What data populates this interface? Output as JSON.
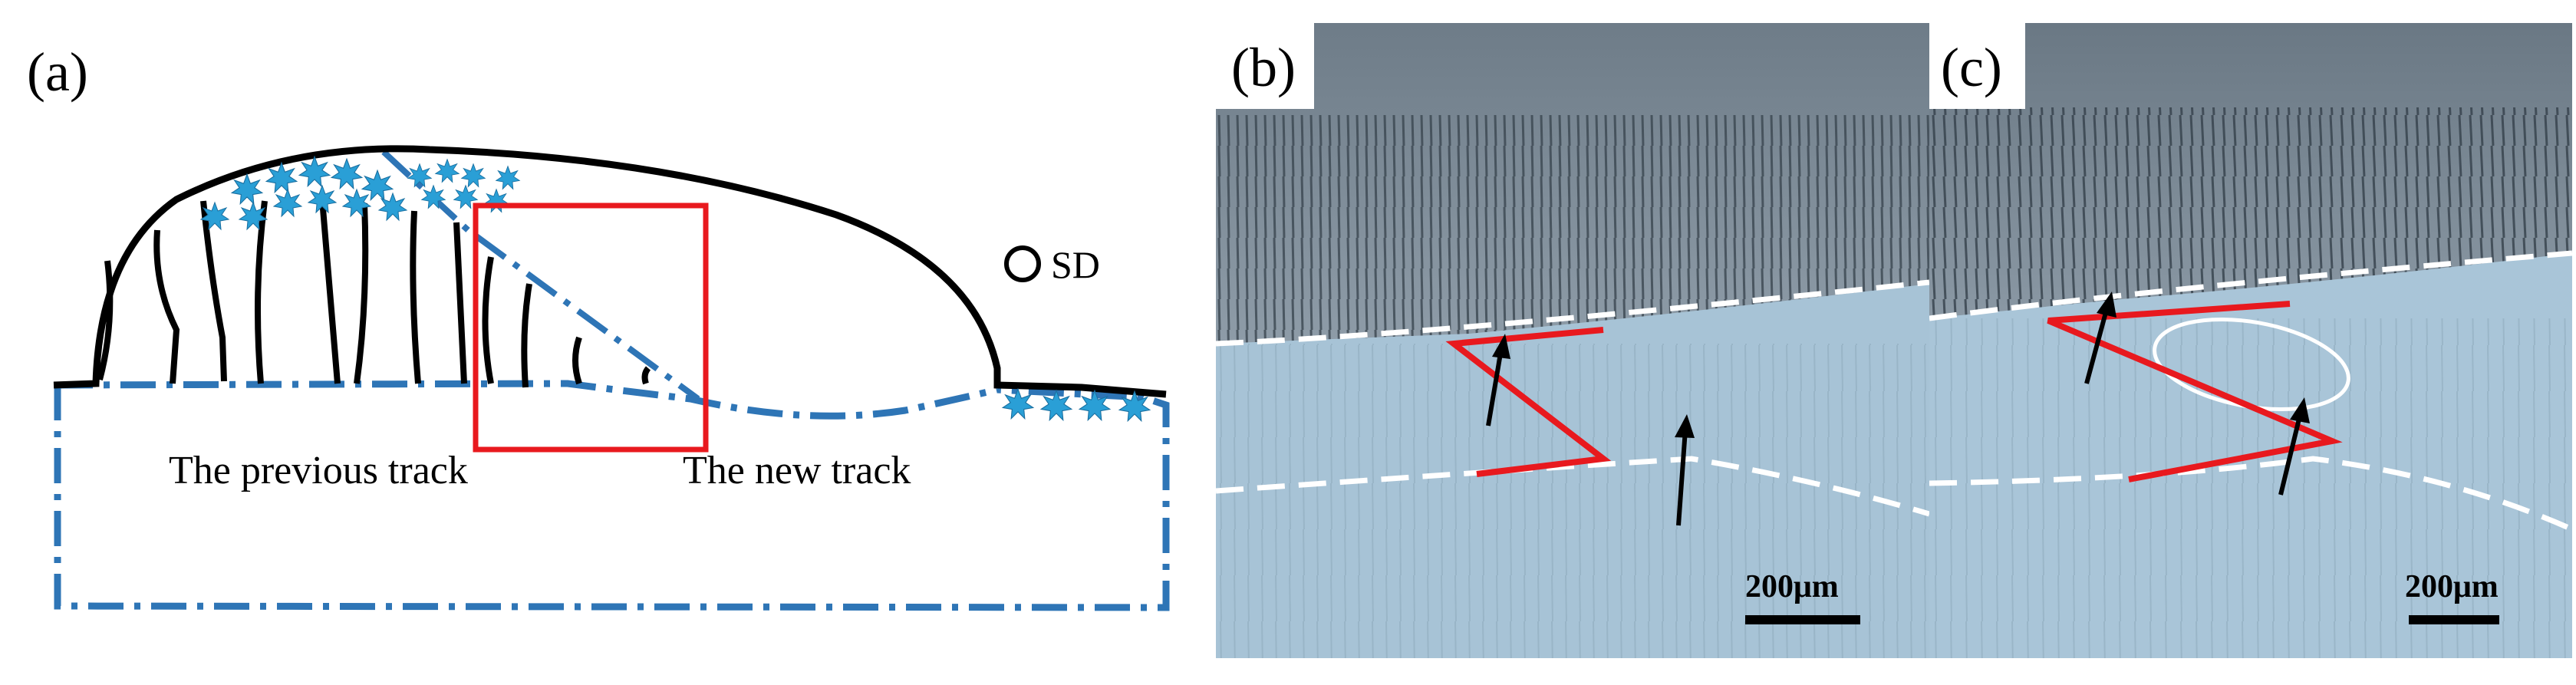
{
  "panels": {
    "a": {
      "label": "(a)"
    },
    "b": {
      "label": "(b)",
      "scale_bar": "200μm"
    },
    "c": {
      "label": "(c)",
      "scale_bar": "200μm"
    }
  },
  "schematic": {
    "previous_track_label": "The previous track",
    "new_track_label": "The new track",
    "legend_symbol": "circle",
    "legend_label": "SD"
  },
  "colors": {
    "outline": "#000000",
    "boundary_dash": "#2e75b6",
    "highlight_box": "#e8191e",
    "stray_grain": "#2a9fd6",
    "zigzag": "#e8191e",
    "fusion_line": "#ffffff",
    "micrograph_top": "#7e8c97",
    "micrograph_bottom": "#a7c3d6"
  },
  "icons": [
    "stray-grain-icon",
    "up-arrow-icon",
    "ellipse-marker-icon"
  ]
}
